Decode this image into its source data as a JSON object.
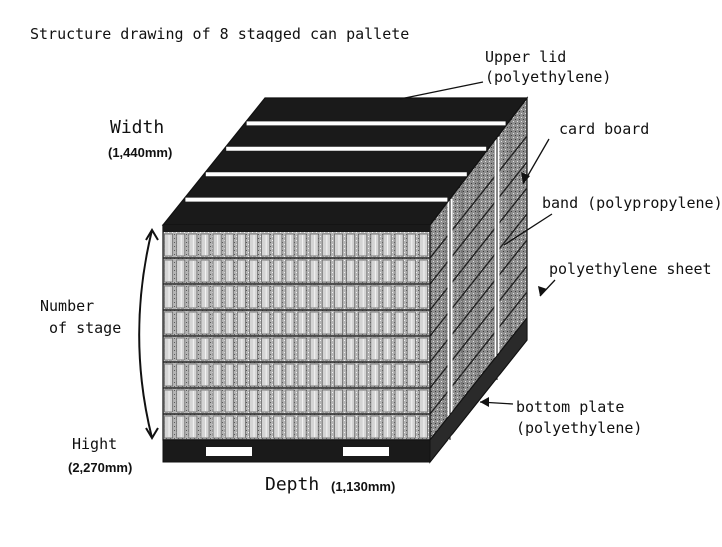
{
  "diagram": {
    "title": "Structure drawing of 8 staqged can pallete",
    "labels": {
      "upper_lid": "Upper lid",
      "upper_lid_material": "(polyethylene)",
      "card_board": "card board",
      "band": "band (polypropylene)",
      "polyethylene_sheet": "polyethylene sheet",
      "bottom_plate": "bottom plate",
      "bottom_plate_material": "(polyethylene)",
      "width": "Width",
      "width_value": "(1,440mm)",
      "number_of_stage_line1": "Number",
      "number_of_stage_line2": "of stage",
      "hight": "Hight",
      "hight_value": "(2,270mm)",
      "depth": "Depth",
      "depth_value": "(1,130mm)"
    },
    "structure": {
      "stages": 8,
      "cans_per_row_front": 22,
      "lid_stripes": 4
    },
    "colors": {
      "ink": "#111111",
      "lid": "#1a1a1a",
      "can_light": "#d4d4d4",
      "can_dark": "#6a6a6a",
      "side": "#9a9a9a",
      "pallet": "#1a1a1a"
    }
  }
}
